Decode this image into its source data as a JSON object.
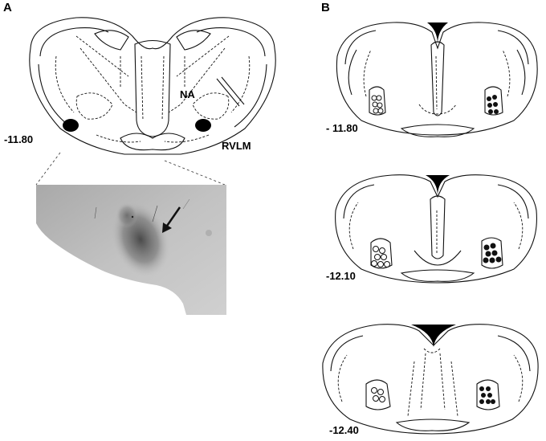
{
  "panels": {
    "a": {
      "panel_label": "A",
      "section_label": "-11.80",
      "region_labels": {
        "na": "NA",
        "rvlm": "RVLM"
      }
    },
    "b": {
      "panel_label": "B",
      "sections": [
        {
          "level": "- 11.80"
        },
        {
          "level": "-12.10"
        },
        {
          "level": "-12.40"
        }
      ]
    }
  },
  "colors": {
    "ink": "#111111",
    "micrograph_bg": "#b9b9b9",
    "stain": "#5a5a5a"
  }
}
